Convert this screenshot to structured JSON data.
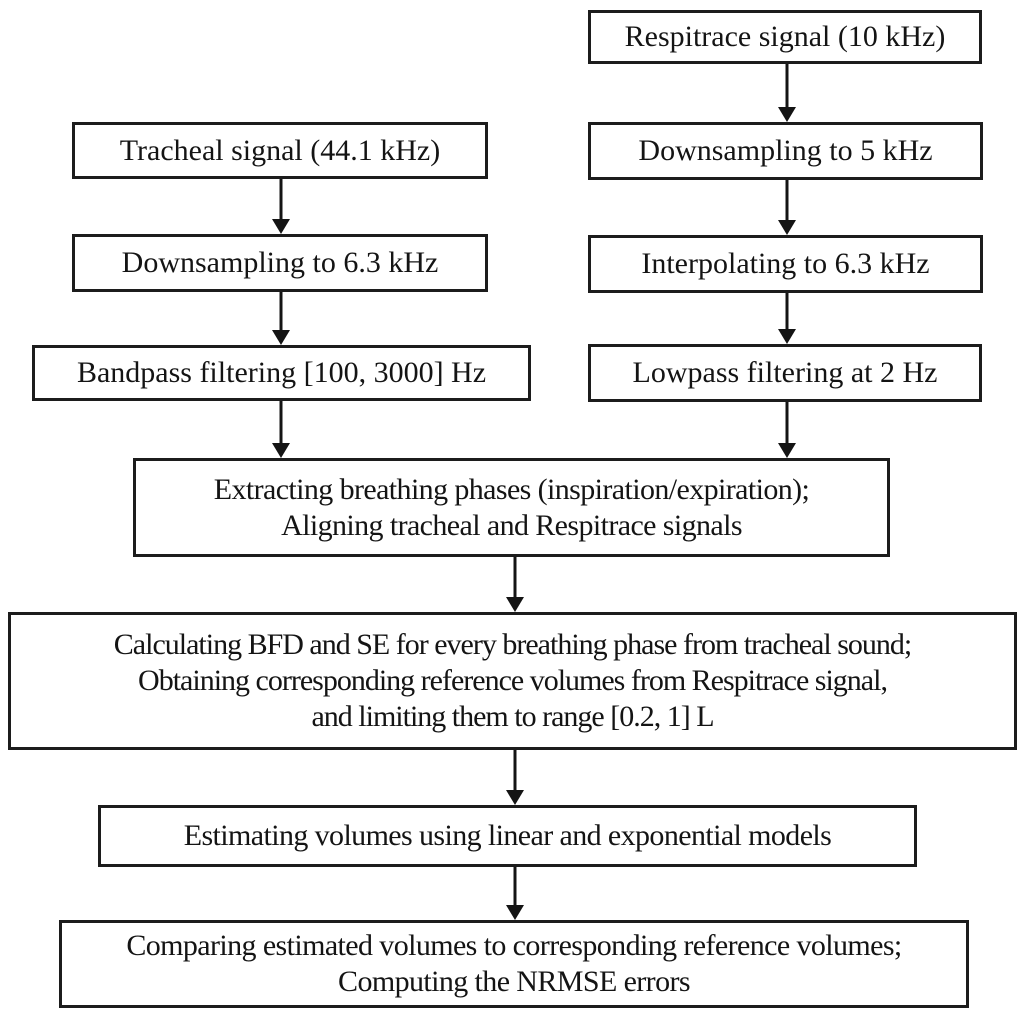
{
  "colors": {
    "ink": "#141414",
    "border": "#1c1c1c",
    "background": "#ffffff"
  },
  "diagram": {
    "type": "flowchart",
    "nodes": [
      {
        "id": "respitrace-signal",
        "label": "Respitrace signal (10 kHz)"
      },
      {
        "id": "tracheal-signal",
        "label": "Tracheal signal (44.1 kHz)"
      },
      {
        "id": "downsampling-5khz",
        "label": "Downsampling to 5 kHz"
      },
      {
        "id": "downsampling-6-3khz",
        "label": "Downsampling to 6.3 kHz"
      },
      {
        "id": "interpolating-6-3khz",
        "label": "Interpolating to 6.3 kHz"
      },
      {
        "id": "bandpass-filtering",
        "label": "Bandpass filtering [100, 3000] Hz"
      },
      {
        "id": "lowpass-filtering",
        "label": "Lowpass filtering at 2 Hz"
      },
      {
        "id": "extracting-aligning",
        "label": "Extracting breathing phases (inspiration/expiration);\nAligning tracheal and Respitrace signals"
      },
      {
        "id": "calculating-bfd-se",
        "label": "Calculating BFD and SE for every breathing phase from tracheal sound;\nObtaining corresponding reference volumes from Respitrace signal,\nand limiting them to range [0.2, 1] L"
      },
      {
        "id": "estimating-volumes",
        "label": "Estimating volumes using linear and exponential models"
      },
      {
        "id": "comparing-volumes",
        "label": "Comparing estimated volumes to corresponding reference volumes;\nComputing the NRMSE errors"
      }
    ],
    "edges": [
      {
        "from": "respitrace-signal",
        "to": "downsampling-5khz"
      },
      {
        "from": "tracheal-signal",
        "to": "downsampling-6-3khz"
      },
      {
        "from": "downsampling-5khz",
        "to": "interpolating-6-3khz"
      },
      {
        "from": "downsampling-6-3khz",
        "to": "bandpass-filtering"
      },
      {
        "from": "interpolating-6-3khz",
        "to": "lowpass-filtering"
      },
      {
        "from": "bandpass-filtering",
        "to": "extracting-aligning"
      },
      {
        "from": "lowpass-filtering",
        "to": "extracting-aligning"
      },
      {
        "from": "extracting-aligning",
        "to": "calculating-bfd-se"
      },
      {
        "from": "calculating-bfd-se",
        "to": "estimating-volumes"
      },
      {
        "from": "estimating-volumes",
        "to": "comparing-volumes"
      }
    ]
  }
}
